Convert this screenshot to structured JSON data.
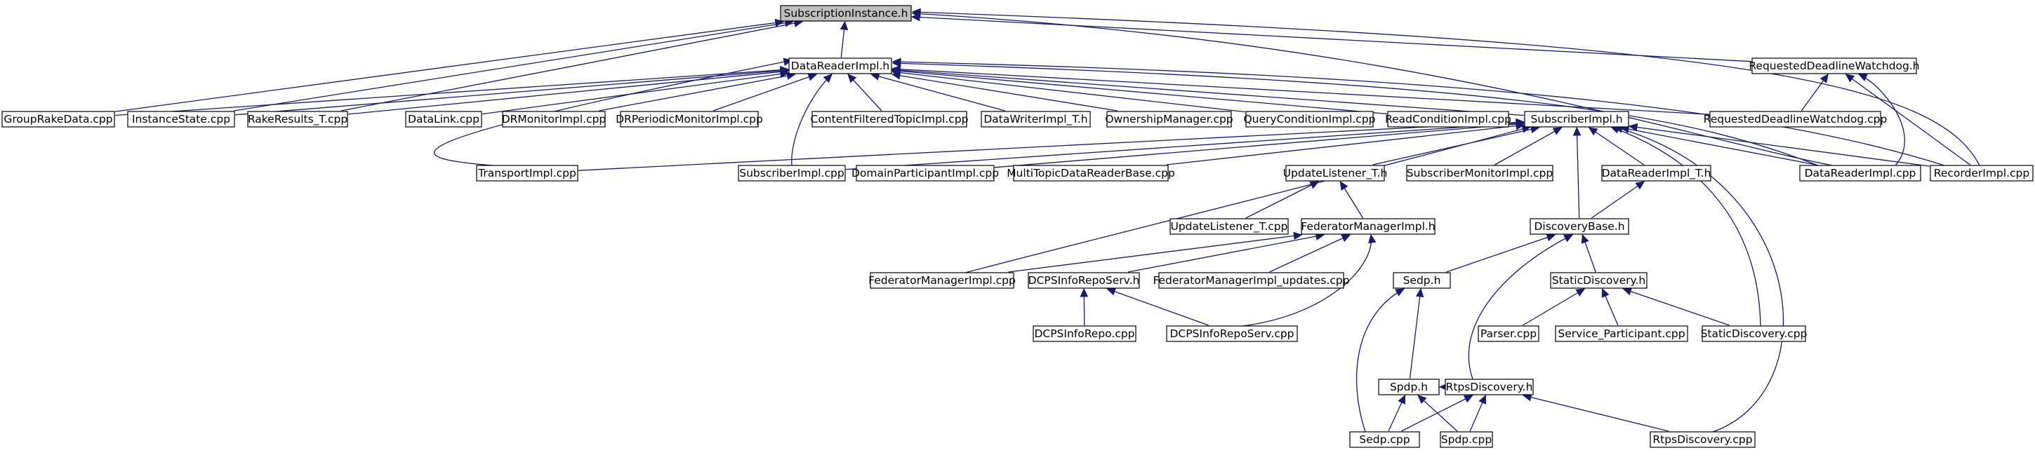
{
  "graph": {
    "root": "n0",
    "colors": {
      "edge": "#191970",
      "root_fill": "#bfbfbf",
      "node_fill": "#ffffff",
      "node_border": "#000000"
    },
    "nodes": [
      {
        "id": "n0",
        "label": "SubscriptionInstance.h"
      },
      {
        "id": "n1",
        "label": "DataReaderImpl.h"
      },
      {
        "id": "n2",
        "label": "RequestedDeadlineWatchdog.h"
      },
      {
        "id": "n3",
        "label": "GroupRakeData.cpp"
      },
      {
        "id": "n4",
        "label": "InstanceState.cpp"
      },
      {
        "id": "n5",
        "label": "RakeResults_T.cpp"
      },
      {
        "id": "n6",
        "label": "DataLink.cpp"
      },
      {
        "id": "n7",
        "label": "DRMonitorImpl.cpp"
      },
      {
        "id": "n8",
        "label": "DRPeriodicMonitorImpl.cpp"
      },
      {
        "id": "n9",
        "label": "ContentFilteredTopicImpl.cpp"
      },
      {
        "id": "n10",
        "label": "DataWriterImpl_T.h"
      },
      {
        "id": "n11",
        "label": "OwnershipManager.cpp"
      },
      {
        "id": "n12",
        "label": "QueryConditionImpl.cpp"
      },
      {
        "id": "n13",
        "label": "ReadConditionImpl.cpp"
      },
      {
        "id": "n14",
        "label": "SubscriberImpl.h"
      },
      {
        "id": "n15",
        "label": "RequestedDeadlineWatchdog.cpp"
      },
      {
        "id": "n16",
        "label": "TransportImpl.cpp"
      },
      {
        "id": "n17",
        "label": "SubscriberImpl.cpp"
      },
      {
        "id": "n18",
        "label": "DomainParticipantImpl.cpp"
      },
      {
        "id": "n19",
        "label": "MultiTopicDataReaderBase.cpp"
      },
      {
        "id": "n20",
        "label": "UpdateListener_T.h"
      },
      {
        "id": "n21",
        "label": "SubscriberMonitorImpl.cpp"
      },
      {
        "id": "n22",
        "label": "DataReaderImpl_T.h"
      },
      {
        "id": "n23",
        "label": "DataReaderImpl.cpp"
      },
      {
        "id": "n24",
        "label": "RecorderImpl.cpp"
      },
      {
        "id": "n25",
        "label": "UpdateListener_T.cpp"
      },
      {
        "id": "n26",
        "label": "FederatorManagerImpl.h"
      },
      {
        "id": "n27",
        "label": "DiscoveryBase.h"
      },
      {
        "id": "n28",
        "label": "FederatorManagerImpl.cpp"
      },
      {
        "id": "n29",
        "label": "DCPSInfoRepoServ.h"
      },
      {
        "id": "n30",
        "label": "FederatorManagerImpl_updates.cpp"
      },
      {
        "id": "n31",
        "label": "Sedp.h"
      },
      {
        "id": "n32",
        "label": "StaticDiscovery.h"
      },
      {
        "id": "n33",
        "label": "DCPSInfoRepo.cpp"
      },
      {
        "id": "n34",
        "label": "DCPSInfoRepoServ.cpp"
      },
      {
        "id": "n35",
        "label": "Parser.cpp"
      },
      {
        "id": "n36",
        "label": "Service_Participant.cpp"
      },
      {
        "id": "n37",
        "label": "StaticDiscovery.cpp"
      },
      {
        "id": "n38",
        "label": "Spdp.h"
      },
      {
        "id": "n39",
        "label": "RtpsDiscovery.h"
      },
      {
        "id": "n40",
        "label": "Sedp.cpp"
      },
      {
        "id": "n41",
        "label": "Spdp.cpp"
      },
      {
        "id": "n42",
        "label": "RtpsDiscovery.cpp"
      }
    ],
    "edges": [
      [
        "n0",
        "n1"
      ],
      [
        "n0",
        "n2"
      ],
      [
        "n0",
        "n3"
      ],
      [
        "n0",
        "n4"
      ],
      [
        "n0",
        "n5"
      ],
      [
        "n0",
        "n23"
      ],
      [
        "n0",
        "n24"
      ],
      [
        "n1",
        "n3"
      ],
      [
        "n1",
        "n4"
      ],
      [
        "n1",
        "n5"
      ],
      [
        "n1",
        "n6"
      ],
      [
        "n1",
        "n7"
      ],
      [
        "n1",
        "n8"
      ],
      [
        "n1",
        "n9"
      ],
      [
        "n1",
        "n10"
      ],
      [
        "n1",
        "n11"
      ],
      [
        "n1",
        "n12"
      ],
      [
        "n1",
        "n13"
      ],
      [
        "n1",
        "n14"
      ],
      [
        "n1",
        "n15"
      ],
      [
        "n1",
        "n16"
      ],
      [
        "n1",
        "n17"
      ],
      [
        "n1",
        "n23"
      ],
      [
        "n1",
        "n24"
      ],
      [
        "n2",
        "n15"
      ],
      [
        "n2",
        "n23"
      ],
      [
        "n2",
        "n24"
      ],
      [
        "n14",
        "n16"
      ],
      [
        "n14",
        "n17"
      ],
      [
        "n14",
        "n18"
      ],
      [
        "n14",
        "n19"
      ],
      [
        "n14",
        "n20"
      ],
      [
        "n14",
        "n21"
      ],
      [
        "n14",
        "n22"
      ],
      [
        "n14",
        "n23"
      ],
      [
        "n14",
        "n24"
      ],
      [
        "n14",
        "n27"
      ],
      [
        "n14",
        "n28"
      ],
      [
        "n14",
        "n37"
      ],
      [
        "n14",
        "n42"
      ],
      [
        "n20",
        "n25"
      ],
      [
        "n20",
        "n26"
      ],
      [
        "n22",
        "n27"
      ],
      [
        "n26",
        "n28"
      ],
      [
        "n26",
        "n29"
      ],
      [
        "n26",
        "n30"
      ],
      [
        "n26",
        "n34"
      ],
      [
        "n29",
        "n33"
      ],
      [
        "n29",
        "n34"
      ],
      [
        "n27",
        "n31"
      ],
      [
        "n27",
        "n32"
      ],
      [
        "n27",
        "n39"
      ],
      [
        "n32",
        "n35"
      ],
      [
        "n32",
        "n36"
      ],
      [
        "n32",
        "n37"
      ],
      [
        "n31",
        "n38"
      ],
      [
        "n31",
        "n40"
      ],
      [
        "n38",
        "n39"
      ],
      [
        "n38",
        "n40"
      ],
      [
        "n38",
        "n41"
      ],
      [
        "n39",
        "n40"
      ],
      [
        "n39",
        "n41"
      ],
      [
        "n39",
        "n42"
      ]
    ]
  }
}
